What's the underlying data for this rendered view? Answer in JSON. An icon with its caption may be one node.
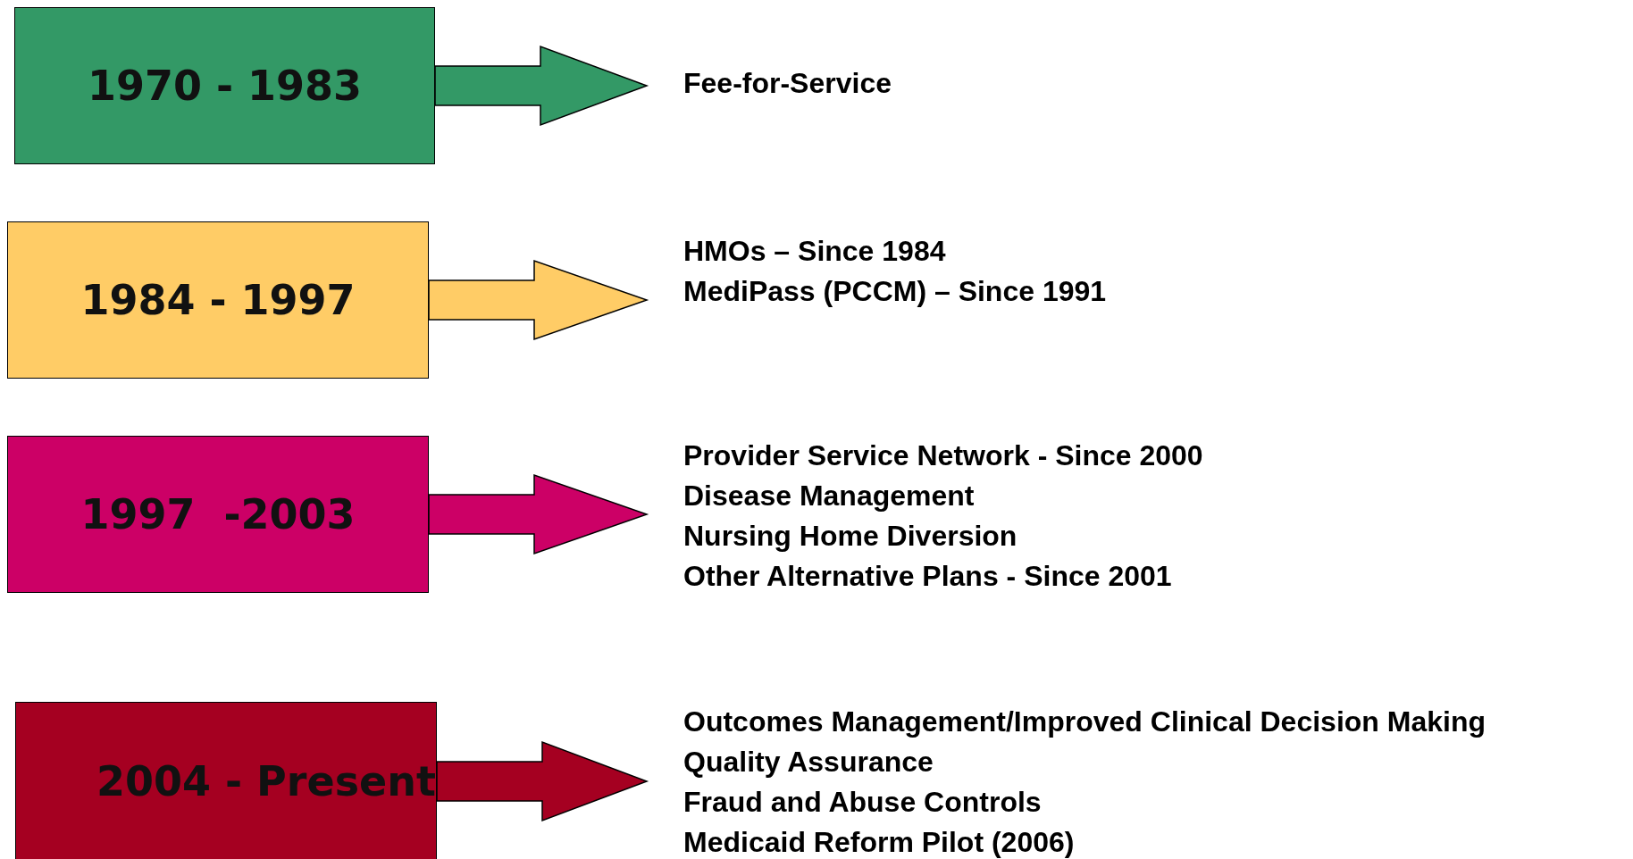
{
  "diagram": {
    "nodes": [
      {
        "text": [
          "1970 - 1983"
        ]
      },
      {
        "text": [
          "Fee-for-Service"
        ]
      },
      {
        "text": [
          "1984 - 1997"
        ]
      },
      {
        "text": [
          "HMOs – Since 1984",
          "MediPass (PCCM) – Since 1991"
        ]
      },
      {
        "text": [
          "1997  -2003"
        ]
      },
      {
        "text": [
          "Provider Service Network - Since 2000",
          "Disease Management",
          "Nursing Home Diversion",
          "Other Alternative Plans - Since 2001"
        ]
      },
      {
        "text": [
          "2004 - Present"
        ]
      },
      {
        "text": [
          "Outcomes Management/Improved Clinical Decision Making",
          "Quality Assurance",
          "Fraud and Abuse Controls",
          "Medicaid Reform Pilot (2006)"
        ]
      }
    ],
    "edges": [
      {
        "from": 0,
        "to": 1,
        "arrow": "to",
        "color": "#339966"
      },
      {
        "from": 2,
        "to": 3,
        "arrow": "to",
        "color": "#ffcc66"
      },
      {
        "from": 4,
        "to": 5,
        "arrow": "to",
        "color": "#cc0066"
      },
      {
        "from": 6,
        "to": 7,
        "arrow": "to",
        "color": "#a50021"
      }
    ]
  }
}
